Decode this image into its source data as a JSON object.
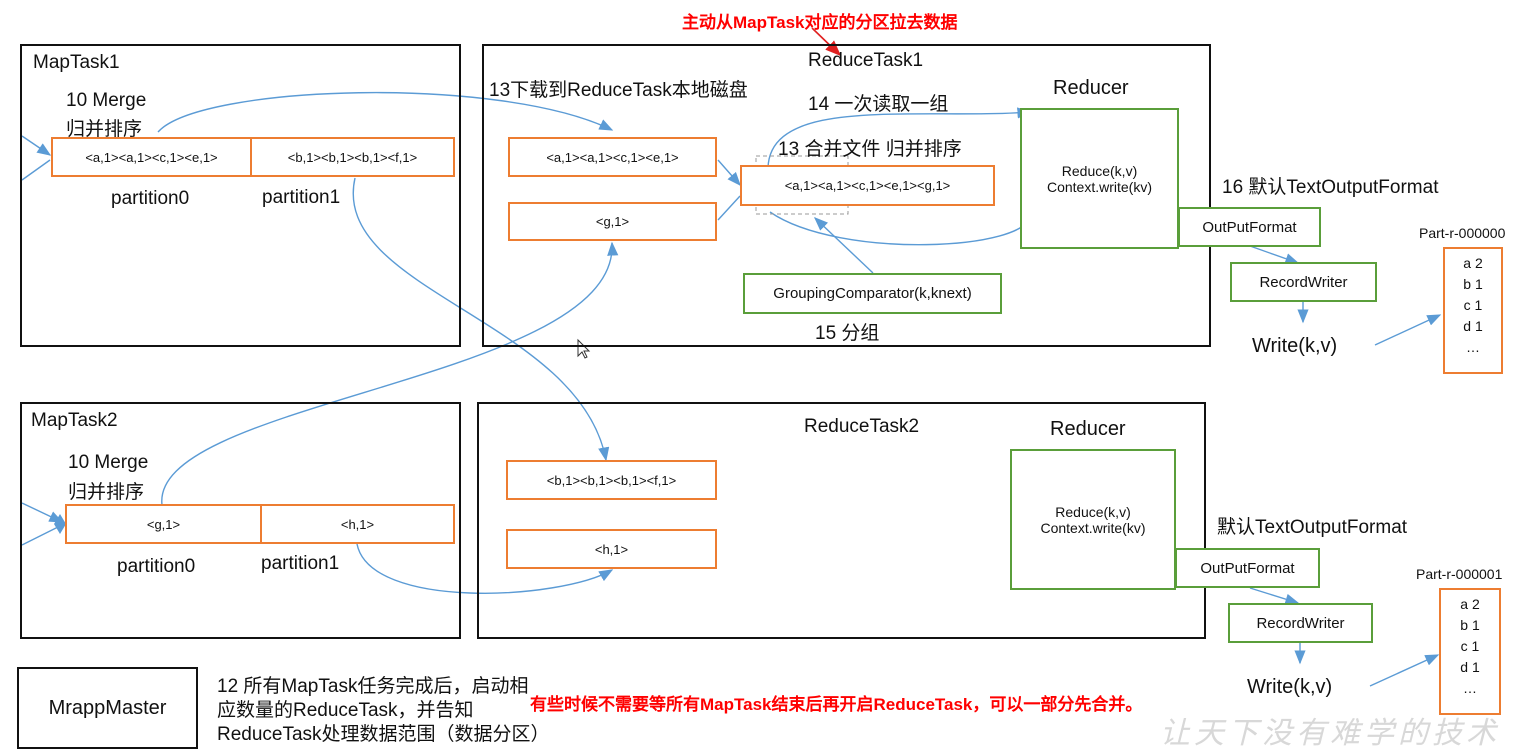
{
  "annotations": {
    "pull_note": "主动从MapTask对应的分区拉去数据",
    "partial_merge_note": "有些时候不需要等所有MapTask结束后再开启ReduceTask，可以一部分先合并。",
    "watermark": "让天下没有难学的技术"
  },
  "map_task_1": {
    "title": "MapTask1",
    "step": "10 Merge",
    "step_sub": "归并排序",
    "partition0_data": "<a,1><a,1><c,1><e,1>",
    "partition1_data": "<b,1><b,1><b,1><f,1>",
    "partition0_label": "partition0",
    "partition1_label": "partition1"
  },
  "map_task_2": {
    "title": "MapTask2",
    "step": "10 Merge",
    "step_sub": "归并排序",
    "partition0_data": "<g,1>",
    "partition1_data": "<h,1>",
    "partition0_label": "partition0",
    "partition1_label": "partition1"
  },
  "reduce_task_1": {
    "title": "ReduceTask1",
    "download_step": "13下载到ReduceTask本地磁盘",
    "read_step": "14 一次读取一组",
    "merge_step": "13 合并文件 归并排序",
    "group_step": "15 分组",
    "file1": "<a,1><a,1><c,1><e,1>",
    "file2": "<g,1>",
    "merged": "<a,1><a,1><c,1><e,1><g,1>",
    "grouping": "GroupingComparator(k,knext)",
    "reducer_label": "Reducer",
    "reduce_call": "Reduce(k,v)",
    "context_write": "Context.write(kv)",
    "output_step": "16 默认TextOutputFormat",
    "output_format": "OutPutFormat",
    "record_writer": "RecordWriter",
    "write": "Write(k,v)",
    "part_file": "Part-r-000000",
    "part_lines": [
      "a 2",
      "b 1",
      "c 1",
      "d 1",
      "…"
    ]
  },
  "reduce_task_2": {
    "title": "ReduceTask2",
    "file1": "<b,1><b,1><b,1><f,1>",
    "file2": "<h,1>",
    "reducer_label": "Reducer",
    "reduce_call": "Reduce(k,v)",
    "context_write": "Context.write(kv)",
    "output_step": "默认TextOutputFormat",
    "output_format": "OutPutFormat",
    "record_writer": "RecordWriter",
    "write": "Write(k,v)",
    "part_file": "Part-r-000001",
    "part_lines": [
      "a 2",
      "b 1",
      "c 1",
      "d 1",
      "…"
    ]
  },
  "mrapp_master": {
    "label": "MrappMaster",
    "note_line1": "12 所有MapTask任务完成后，启动相",
    "note_line2": "应数量的ReduceTask，并告知",
    "note_line3": "ReduceTask处理数据范围（数据分区）"
  },
  "colors": {
    "map_partition_border": "#ed7d31",
    "reducer_border": "#5a9e3a",
    "arrow": "#5b9bd5",
    "note_red": "#ff0000"
  }
}
